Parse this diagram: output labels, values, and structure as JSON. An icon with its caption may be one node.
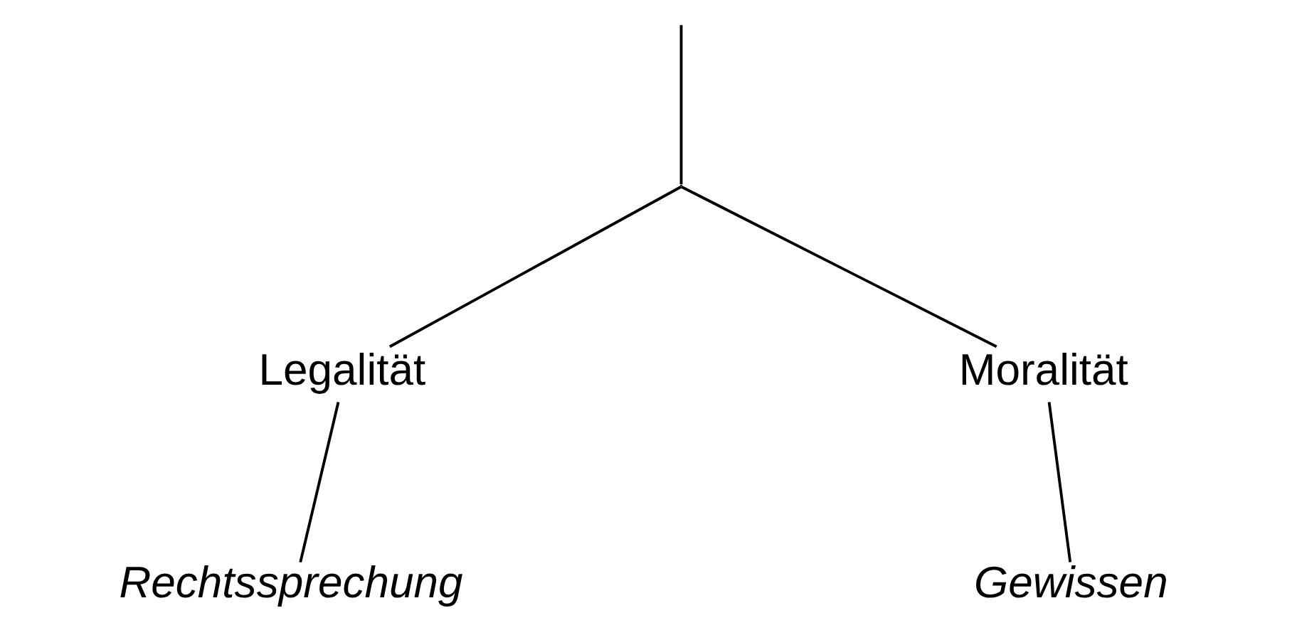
{
  "diagram": {
    "nodes": [
      {
        "text": [],
        "shape": "point"
      },
      {
        "text": [
          "Legalität"
        ]
      },
      {
        "text": [
          "Moralität"
        ]
      },
      {
        "text": [
          "Rechtssprechung"
        ]
      },
      {
        "text": [
          "Gewissen"
        ]
      }
    ],
    "edges": [
      {
        "from": null,
        "to": 0,
        "arrow": "none"
      },
      {
        "from": 0,
        "to": 1,
        "arrow": "none"
      },
      {
        "from": 0,
        "to": 2,
        "arrow": "none"
      },
      {
        "from": 1,
        "to": 3,
        "arrow": "none"
      },
      {
        "from": 2,
        "to": 4,
        "arrow": "none"
      }
    ]
  }
}
